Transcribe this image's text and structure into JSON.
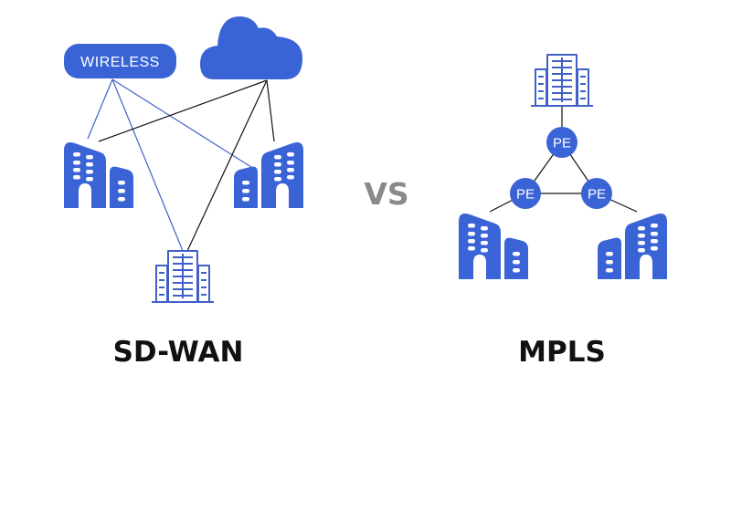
{
  "sdwan": {
    "wireless_label": "WIRELESS",
    "title": "SD-WAN"
  },
  "vs_label": "VS",
  "mpls": {
    "pe_labels": [
      "PE",
      "PE",
      "PE"
    ],
    "title": "MPLS"
  },
  "colors": {
    "brand_blue": "#3a64d6",
    "outline_blue": "#4060c8",
    "line_black": "#111111",
    "title_text": "#111111",
    "vs_gray": "#8a8a8a"
  }
}
